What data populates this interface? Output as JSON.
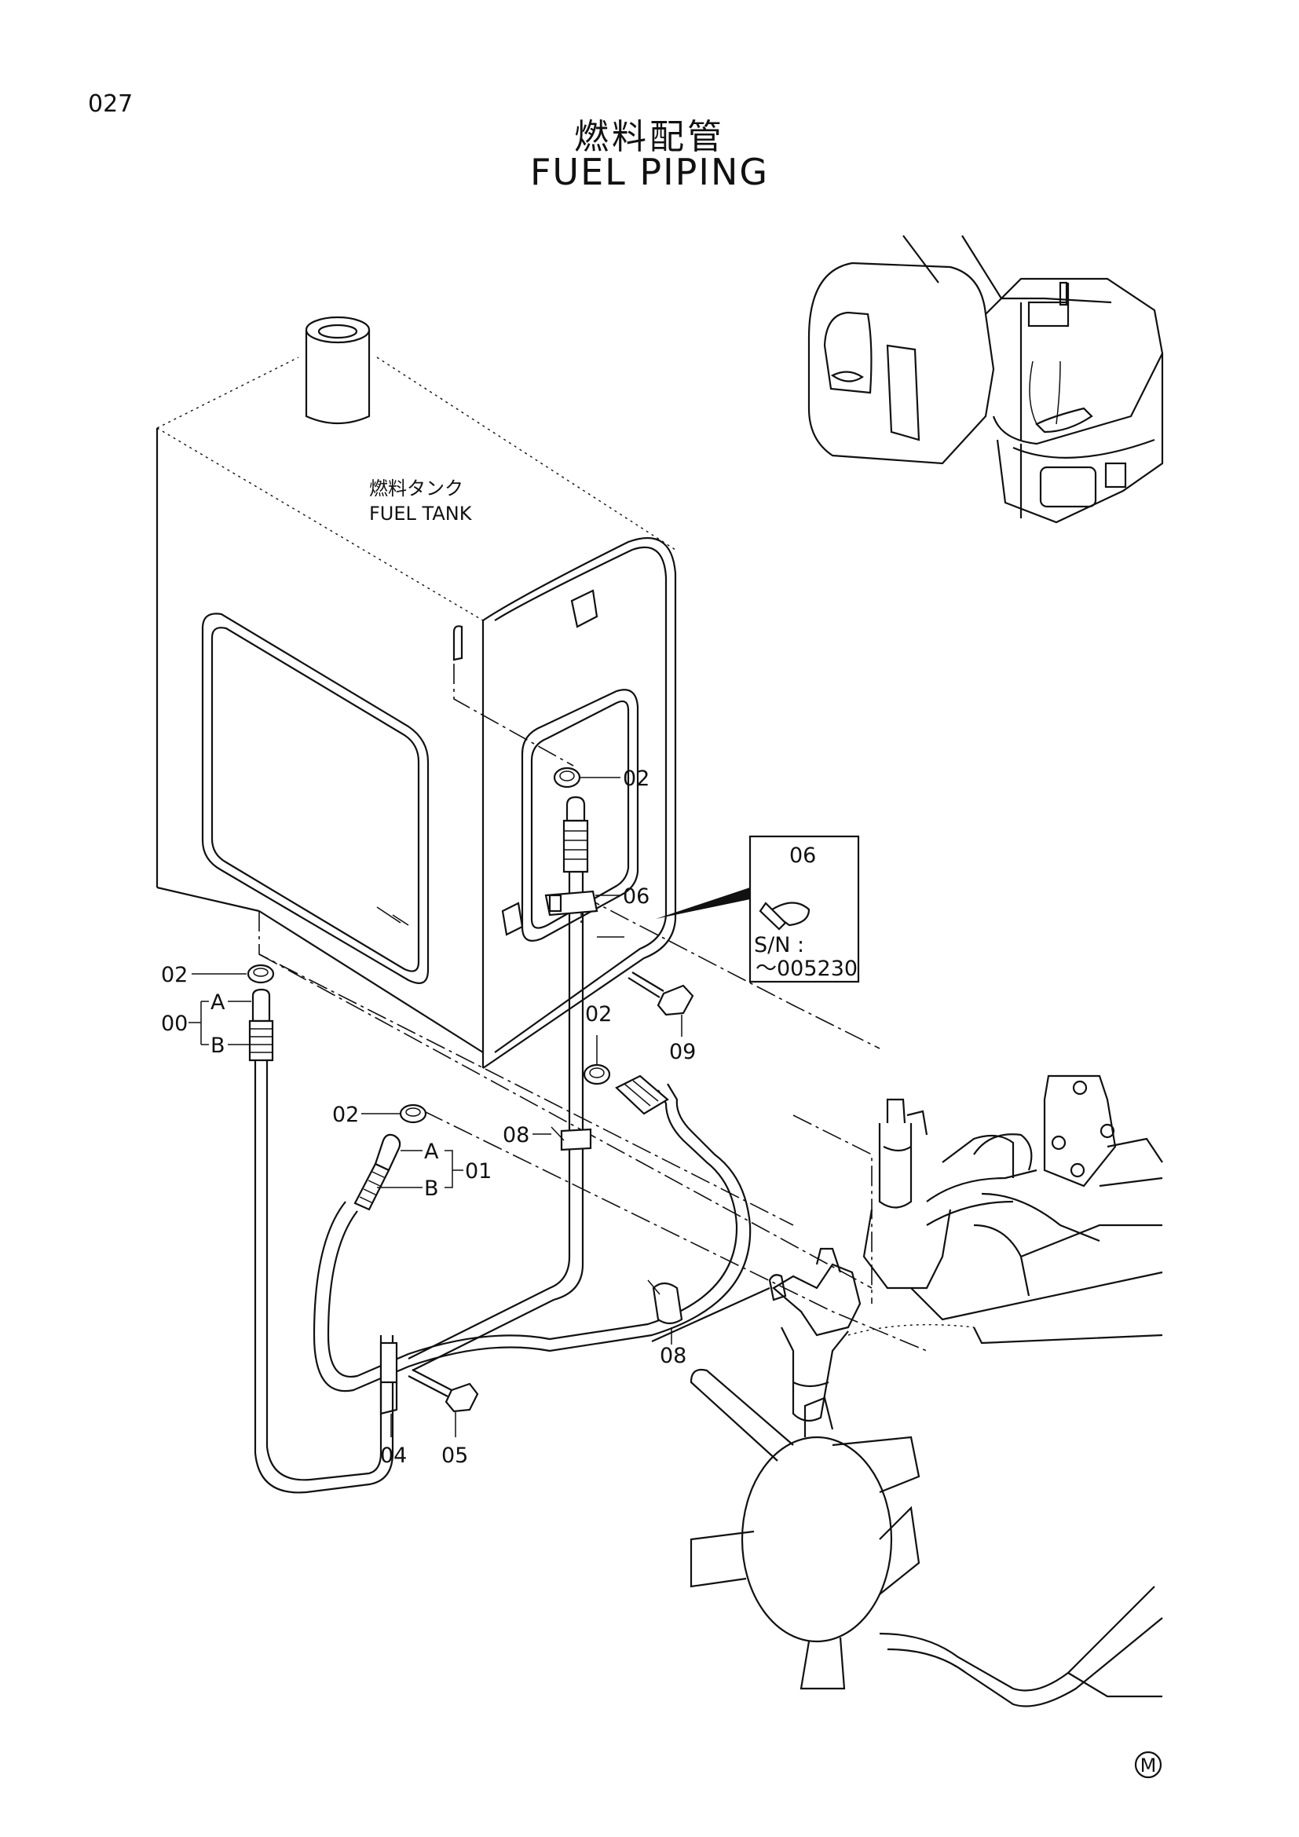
{
  "page_number": "027",
  "title_jp": "燃料配管",
  "title_en": "FUEL  PIPING",
  "tank_label_jp": "燃料タンク",
  "tank_label_en": "FUEL TANK",
  "callouts": {
    "c02a": "02",
    "c02b": "02",
    "c02c": "02",
    "c02d": "02",
    "c06": "06",
    "c06_inset": "06",
    "c09": "09",
    "c08a": "08",
    "c08b": "08",
    "c00": "00",
    "c01": "01",
    "c04": "04",
    "c05": "05",
    "a1": "A",
    "b1": "B",
    "a2": "A",
    "b2": "B"
  },
  "inset": {
    "sn_label": "S/N :",
    "sn_value": "～005230"
  },
  "mark": "M"
}
